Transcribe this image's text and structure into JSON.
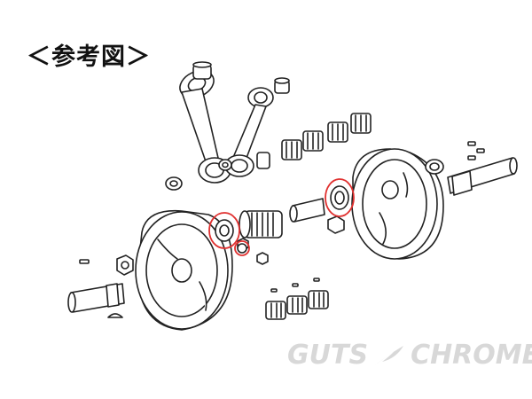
{
  "title": "＜参考図＞",
  "watermark": {
    "left_word": "GUTS",
    "right_word": "CHROME"
  },
  "colors": {
    "line": "#222222",
    "highlight": "#e0302f",
    "watermark": "#d8d8d8"
  },
  "highlighted_parts": [
    "left-thrust-washer",
    "right-thrust-washer",
    "small-bearing-ring"
  ]
}
